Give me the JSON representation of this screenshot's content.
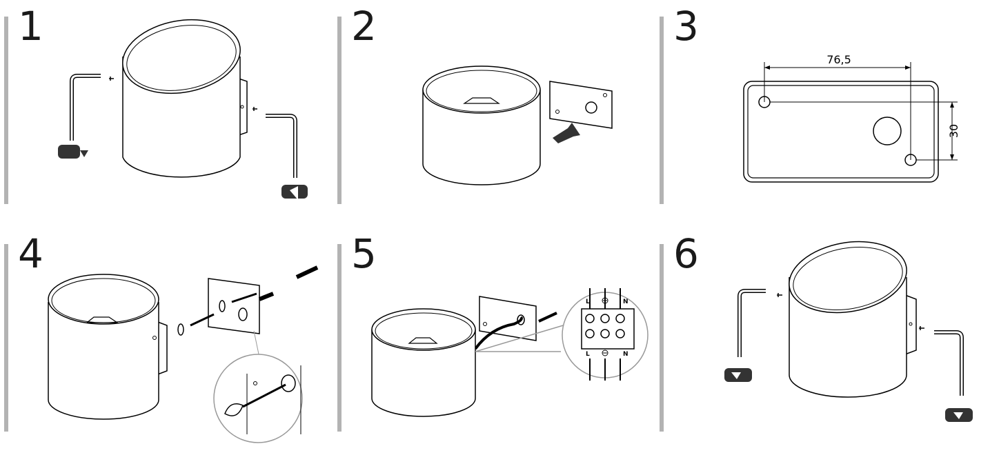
{
  "steps": [
    {
      "number": "1"
    },
    {
      "number": "2"
    },
    {
      "number": "3"
    },
    {
      "number": "4"
    },
    {
      "number": "5"
    },
    {
      "number": "6"
    }
  ],
  "dimensions": {
    "width": "76,5",
    "height": "30"
  },
  "terminals": {
    "top": [
      "L",
      "N"
    ],
    "bottom": [
      "L",
      "N"
    ]
  }
}
